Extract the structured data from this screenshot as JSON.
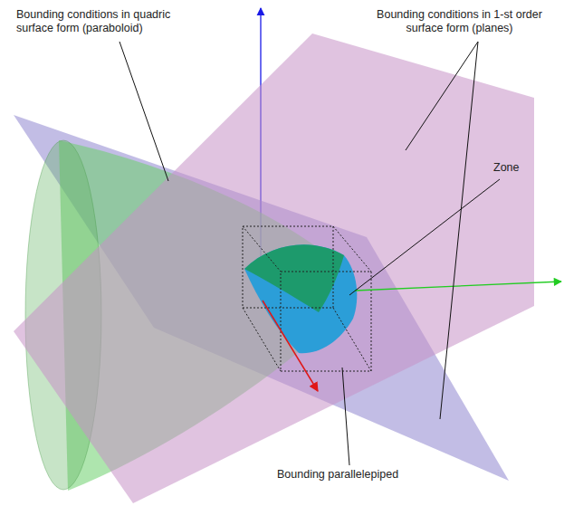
{
  "diagram": {
    "labels": [
      "Bounding conditions in quadric surface form (paraboloid)",
      "Bounding conditions in 1-st order surface form (planes)",
      "Zone",
      "Bounding parallelepiped"
    ]
  }
}
